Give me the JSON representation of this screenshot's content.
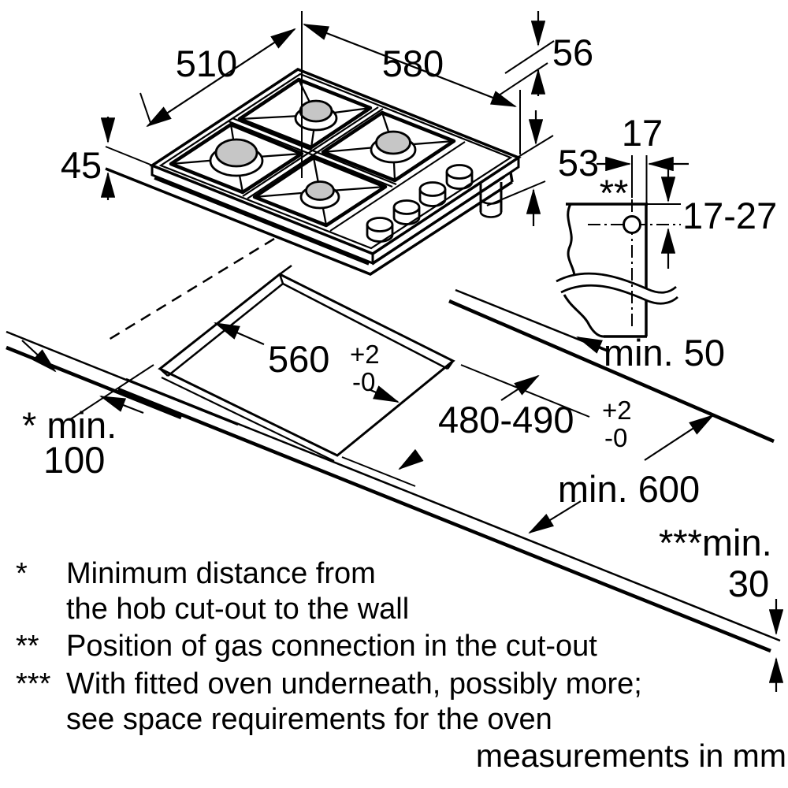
{
  "diagram_title": "gas-hob-installation-dimensions",
  "colors": {
    "line": "#000000",
    "burner_cap": "#c6c6c6",
    "background": "#ffffff"
  },
  "hob": {
    "width": "580",
    "depth": "510",
    "edge_profile_height": "56",
    "body_height": "53",
    "build_in_height": "45"
  },
  "gas_connection": {
    "horizontal_offset": "17",
    "vertical_range": "17-27",
    "marker": "**"
  },
  "cutout": {
    "width": "560",
    "width_tol_plus": "+2",
    "width_tol_minus": "-0",
    "depth": "480-490",
    "depth_tol_plus": "+2",
    "depth_tol_minus": "-0"
  },
  "clearances": {
    "side_wall_right": "min. 50",
    "side_wall_left_label": "* min.",
    "side_wall_left_value": "100",
    "worktop_depth": "min. 600",
    "oven_gap_label": "***min.",
    "oven_gap_value": "30"
  },
  "footnotes": [
    {
      "marker": "*",
      "lines": [
        "Minimum distance from",
        "the hob cut-out to the wall"
      ]
    },
    {
      "marker": "**",
      "lines": [
        "Position of gas connection in the cut-out"
      ]
    },
    {
      "marker": "***",
      "lines": [
        "With fitted oven underneath, possibly more;",
        "see space requirements for the oven"
      ]
    }
  ],
  "units_note": "measurements in mm"
}
